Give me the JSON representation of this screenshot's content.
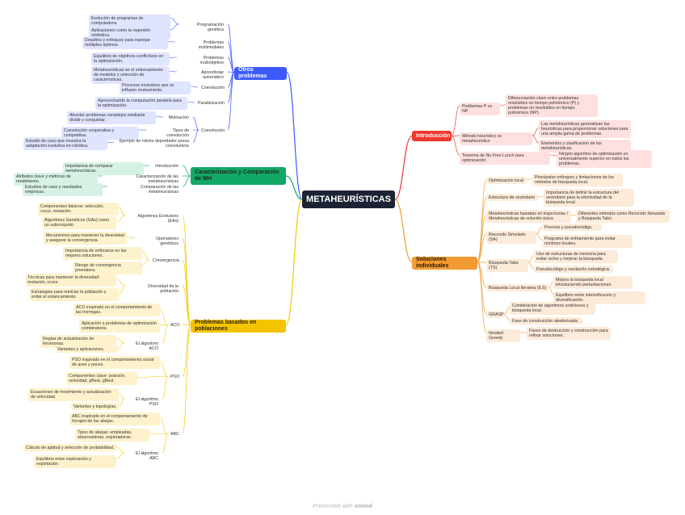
{
  "root": "METAHEURÍSTICAS",
  "footer": {
    "prefix": "Presented with",
    "brand": "xmind"
  },
  "colors": {
    "blue": "#3d5afe",
    "red": "#f0362d",
    "orange": "#f39a33",
    "green": "#12a865",
    "yellow": "#f5c400",
    "blue_leaf": "#dfe4ff",
    "red_leaf": "#fde0df",
    "orange_leaf": "#fdebd9",
    "green_leaf": "#d6f2e4",
    "yellow_leaf": "#fdf2cc"
  },
  "branches": {
    "otros": {
      "label": "Otros problemas",
      "items": [
        {
          "label": "Programación genética",
          "children": [
            "Evolución de programas de computadora.",
            "Aplicaciones como la regresión simbólica."
          ]
        },
        {
          "label": "Problemas multimodales",
          "children": [
            "Desafíos y enfoques para manejar múltiples óptimos."
          ]
        },
        {
          "label": "Problemas multiobjetivo",
          "children": [
            "Equilibrio de objetivos conflictivos en la optimización."
          ]
        },
        {
          "label": "Aprendizaje automático",
          "children": [
            "Metaheurísticas en el entrenamiento de modelos y selección de características."
          ]
        },
        {
          "label": "Coevolución",
          "children": [
            "Procesos evolutivos que se influyen mutuamente."
          ]
        },
        {
          "label": "Paralelización",
          "children": [
            "Aprovechando la computación paralela para la optimización."
          ]
        },
        {
          "label": "Coevolución",
          "children": [
            {
              "label": "Motivación",
              "children": [
                "Abordar problemas complejos mediante dividir y conquistar."
              ]
            },
            {
              "label": "Tipos de coevolución",
              "children": [
                "Coevolución cooperativa y competitiva."
              ]
            },
            {
              "label": "Ejemplo de robots depredador-presa coevolutivos",
              "children": [
                "Estudio de caso que muestra la adaptación evolutiva en robótica."
              ]
            }
          ]
        }
      ]
    },
    "caracterizacion": {
      "label": "Caracterización y Comparación de MH",
      "items": [
        {
          "label": "Introducción",
          "children": [
            "Importancia de comparar metaheurísticas."
          ]
        },
        {
          "label": "Caracterización de las metaheurísticas",
          "children": [
            "Atributos clave y métricas de rendimiento."
          ]
        },
        {
          "label": "Comparación de las metaheurísticas",
          "children": [
            "Estudios de caso y resultados empíricos."
          ]
        }
      ]
    },
    "poblaciones": {
      "label": "Problemas basados en poblaciones",
      "items": [
        {
          "label": "Algoritmos Evolutivos (EAs)",
          "children": [
            "Componentes básicos: selección, cruce, mutación.",
            "Algoritmos Genéticos (GAs) como un subconjunto."
          ]
        },
        {
          "label": "Operadores genéticos",
          "children": [
            "Mecanismos para mantener la diversidad y asegurar la convergencia."
          ]
        },
        {
          "label": "Convergencia",
          "children": [
            "Importancia de enfocarse en las mejores soluciones.",
            "Riesgo de convergencia prematura."
          ]
        },
        {
          "label": "Diversidad de la población",
          "children": [
            "Técnicas para mantener la diversidad: mutación, cruce.",
            "Estrategias para reiniciar la población y evitar el estancamiento."
          ]
        },
        {
          "label": "ACO",
          "children": [
            "ACO inspirado en el comportamiento de las hormigas.",
            "Aplicación a problemas de optimización combinatoria.",
            {
              "label": "El algoritmo ACO",
              "children": [
                "Reglas de actualización de feromonas.",
                "Variantes y aplicaciones."
              ]
            }
          ]
        },
        {
          "label": "PSO",
          "children": [
            "PSO inspirado en el comportamiento social de aves y peces.",
            "Componentes clave: posición, velocidad, pBest, gBest.",
            {
              "label": "El algoritmo PSO",
              "children": [
                "Ecuaciones de movimiento y actualización de velocidad.",
                "Variantes y topologías."
              ]
            }
          ]
        },
        {
          "label": "ABC",
          "children": [
            "ABC inspirado en el comportamiento de forrajeo de las abejas.",
            "Tipos de abejas: empleadas, observadoras, exploradoras.",
            {
              "label": "El algoritmo ABC",
              "children": [
                "Cálculo de aptitud y selección de probabilidad.",
                "Equilibrio entre exploración y explotación."
              ]
            }
          ]
        }
      ]
    },
    "introduccion": {
      "label": "Introducción",
      "items": [
        {
          "label": "Problemas P vs NP",
          "children": [
            "Diferenciación clave entre problemas resolubles en tiempo polinómico (P) y problemas no resolubles en tiempo polinómico (NP)."
          ]
        },
        {
          "label": "Método heurístico vs metaheurístico",
          "children": [
            "Las metaheurísticas generalizan las heurísticas para proporcionar soluciones para una amplia gama de problemas.",
            "Elementos y clasificación de las metaheurísticas."
          ]
        },
        {
          "label": "Teorema de No Free Lunch para optimización",
          "children": [
            "Ningún algoritmo de optimización es universalmente superior en todos los problemas."
          ]
        }
      ]
    },
    "individuales": {
      "label": "Soluciones individuales",
      "items": [
        {
          "label": "Optimización local",
          "children": [
            "Principales enfoques y limitaciones de los métodos de búsqueda local."
          ]
        },
        {
          "label": "Estructura de vecindario",
          "children": [
            "Importancia de definir la estructura del vecindario para la efectividad de la búsqueda local."
          ]
        },
        {
          "label": "Metaheurísticas basadas en trayectorias / Metaheurísticas de solución única",
          "children": [
            "Diferentes métodos como Recocido Simulado y Búsqueda Tabú"
          ]
        },
        {
          "label": "Recocido Simulado (SA)",
          "children": [
            "Proceso y pseudocódigo.",
            "Programa de enfriamiento para evitar mínimos locales."
          ]
        },
        {
          "label": "Búsqueda Tabú (TS)",
          "children": [
            "Uso de estructuras de memoria para evitar ciclos y mejorar la búsqueda.",
            "Pseudocódigo y oscilación estratégica."
          ]
        },
        {
          "label": "Búsqueda Local Iterativa (ILS)",
          "children": [
            "Mejora la búsqueda local introduciendo perturbaciones.",
            "Equilibrio entre intensificación y diversificación."
          ]
        },
        {
          "label": "GRASP",
          "children": [
            "Combinación de algoritmos codiciosos y búsqueda local.",
            "Fase de construcción aleatorizada."
          ]
        },
        {
          "label": "Iterated Greedy",
          "children": [
            "Fases de destrucción y construcción para refinar soluciones."
          ]
        }
      ]
    }
  }
}
